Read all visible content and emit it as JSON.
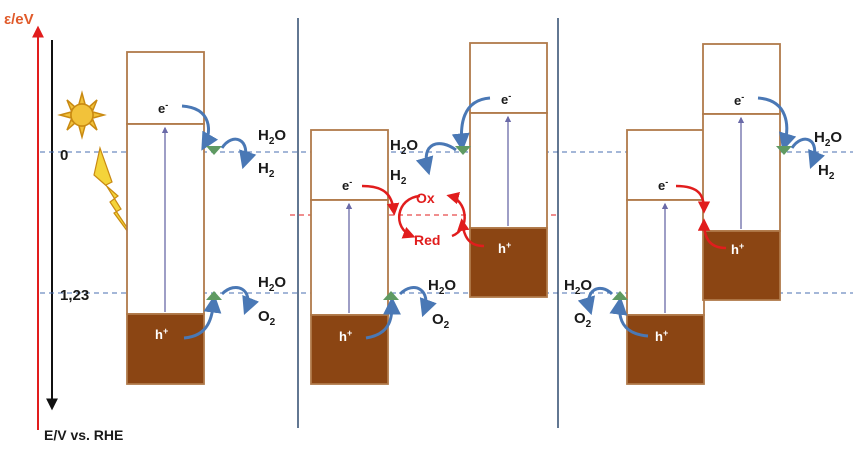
{
  "axis": {
    "energy_label": "ε/eV",
    "potential_label": "E/V vs. RHE",
    "zero_label": "0",
    "oer_level_label": "1,23"
  },
  "panels": [
    {
      "electron": "e",
      "electron_sup": "-",
      "hole": "h",
      "hole_sup": "+",
      "h2o_top_main": "H",
      "h2o_top_sub": "2",
      "h2o_top_tail": "O",
      "h2_main": "H",
      "h2_sub": "2",
      "h2o_bottom_main": "H",
      "h2o_bottom_sub": "2",
      "h2o_bottom_tail": "O",
      "o2_main": "O",
      "o2_sub": "2"
    },
    {
      "left_electron": "e",
      "left_electron_sup": "-",
      "left_hole": "h",
      "left_hole_sup": "+",
      "right_electron": "e",
      "right_electron_sup": "-",
      "right_hole": "h",
      "right_hole_sup": "+",
      "h2o_top_main": "H",
      "h2o_top_sub": "2",
      "h2o_top_tail": "O",
      "h2_main": "H",
      "h2_sub": "2",
      "ox_label": "Ox",
      "red_label": "Red",
      "h2o_bottom_main": "H",
      "h2o_bottom_sub": "2",
      "h2o_bottom_tail": "O",
      "o2_main": "O",
      "o2_sub": "2"
    },
    {
      "left_electron": "e",
      "left_electron_sup": "-",
      "left_hole": "h",
      "left_hole_sup": "+",
      "right_electron": "e",
      "right_electron_sup": "-",
      "right_hole": "h",
      "right_hole_sup": "+",
      "h2o_top_main": "H",
      "h2o_top_sub": "2",
      "h2o_top_tail": "O",
      "h2_main": "H",
      "h2_sub": "2",
      "h2o_bottom_main": "H",
      "h2o_bottom_sub": "2",
      "h2o_bottom_tail": "O",
      "o2_main": "O",
      "o2_sub": "2"
    }
  ],
  "colors": {
    "band_outline": "#b07a4a",
    "valence_fill": "#8b4513",
    "blue_arrow": "#4a78b5",
    "red_accent": "#e11d1d",
    "dashed_line": "#4a6fb0",
    "triangle": "#5f9a62",
    "sun_fill": "#f2c23a",
    "bolt_fill": "#f4d43a"
  }
}
